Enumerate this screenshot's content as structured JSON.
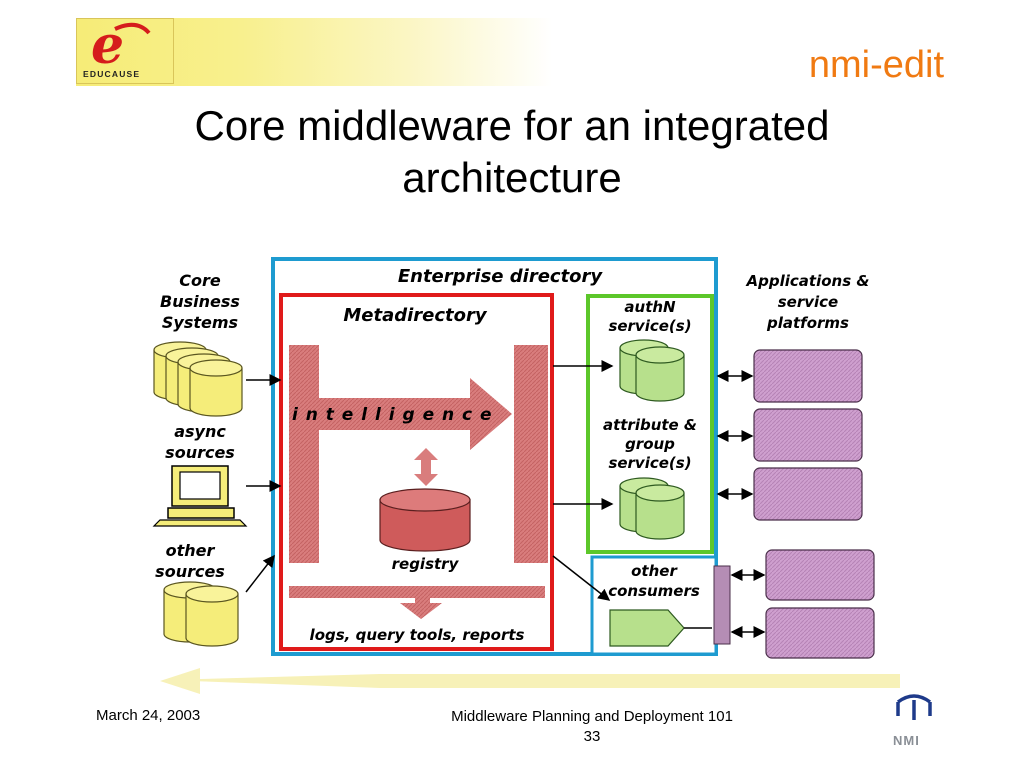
{
  "header": {
    "logo_text": "EDUCAUSE",
    "brand": "nmi-edit",
    "title_line1": "Core middleware for an integrated",
    "title_line2": "architecture"
  },
  "diagram": {
    "core_business": [
      "Core",
      "Business",
      "Systems"
    ],
    "async_sources": [
      "async",
      "sources"
    ],
    "other_sources": [
      "other",
      "sources"
    ],
    "enterprise_directory": "Enterprise directory",
    "metadirectory": "Metadirectory",
    "intelligence": "i n t e l l i g e n c e",
    "registry": "registry",
    "logs": "logs, query tools, reports",
    "authn": [
      "authN",
      "service(s)"
    ],
    "attribute_group": [
      "attribute &",
      "group",
      "service(s)"
    ],
    "applications": [
      "Applications &",
      "service",
      "platforms"
    ],
    "other_consumers": [
      "other",
      "consumers"
    ]
  },
  "colors": {
    "brand_orange": "#f07a12",
    "enterprise_border": "#1e9bd0",
    "metadirectory_border": "#e01a1a",
    "services_border": "#5cc72a",
    "cylinder_yellow": "#f5ed7a",
    "cylinder_green": "#b7e08c",
    "registry_red": "#cf5b5b",
    "arrow_red": "#d47575",
    "platform_purple": "#c995c9"
  },
  "footer": {
    "date": "March 24, 2003",
    "course": "Middleware Planning and Deployment 101",
    "page": "33",
    "org_logo_text": "NMI"
  }
}
